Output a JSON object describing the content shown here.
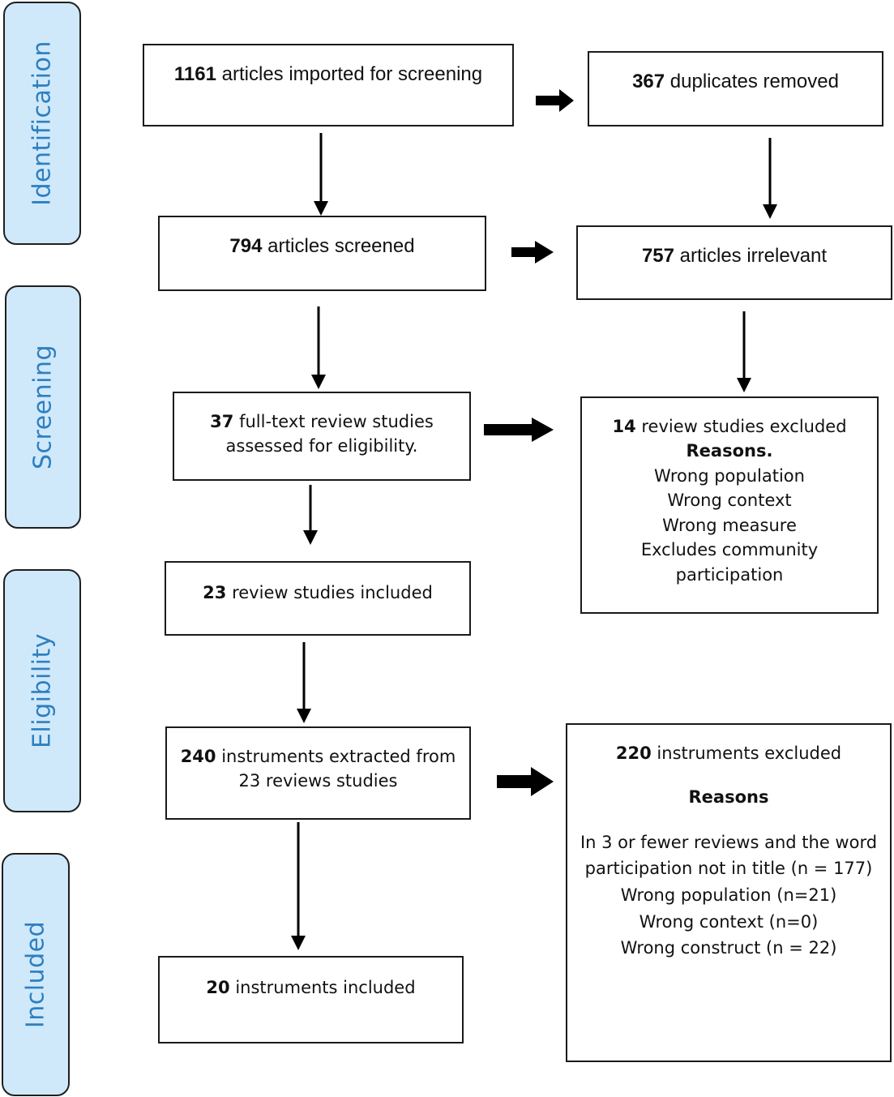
{
  "phases": {
    "identification": "Identification",
    "screening": "Screening",
    "eligibility": "Eligibility",
    "included": "Included"
  },
  "boxes": {
    "imported": {
      "count": "1161",
      "text": "articles imported for screening"
    },
    "duplicates": {
      "count": "367",
      "text": "duplicates removed"
    },
    "screened": {
      "count": "794",
      "text": "articles screened"
    },
    "irrelevant": {
      "count": "757",
      "text": "articles irrelevant"
    },
    "fulltext": {
      "count": "37",
      "text_line1": "full-text review studies",
      "text_line2": "assessed for eligibility."
    },
    "reviews_excluded": {
      "count": "14",
      "text": "review studies excluded",
      "reasons_label": "Reasons.",
      "reasons": [
        "Wrong population",
        "Wrong context",
        "Wrong measure",
        "Excludes community",
        "participation"
      ]
    },
    "reviews_included": {
      "count": "23",
      "text": "review studies included"
    },
    "extracted": {
      "count": "240",
      "text_line1": "instruments extracted from",
      "text_line2": "23 reviews studies"
    },
    "instruments_excluded": {
      "count": "220",
      "text": "instruments excluded",
      "reasons_label": "Reasons",
      "reasons": [
        "In 3 or fewer reviews and the word",
        "participation not in title (n = 177)",
        "Wrong population (n=21)",
        "Wrong context (n=0)",
        "Wrong construct (n = 22)"
      ]
    },
    "instruments_included": {
      "count": "20",
      "text": "instruments included"
    }
  }
}
